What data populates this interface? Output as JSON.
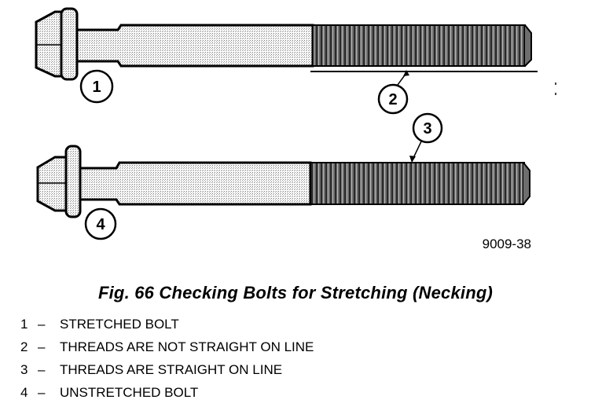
{
  "figure": {
    "id": "9009-38",
    "callouts": [
      "1",
      "2",
      "3",
      "4"
    ]
  },
  "caption": "Fig. 66 Checking Bolts for Stretching (Necking)",
  "legend": [
    {
      "num": "1",
      "dash": "–",
      "text": "STRETCHED BOLT"
    },
    {
      "num": "2",
      "dash": "–",
      "text": "THREADS ARE NOT STRAIGHT ON LINE"
    },
    {
      "num": "3",
      "dash": "–",
      "text": "THREADS ARE STRAIGHT ON LINE"
    },
    {
      "num": "4",
      "dash": "–",
      "text": "UNSTRETCHED BOLT"
    }
  ]
}
